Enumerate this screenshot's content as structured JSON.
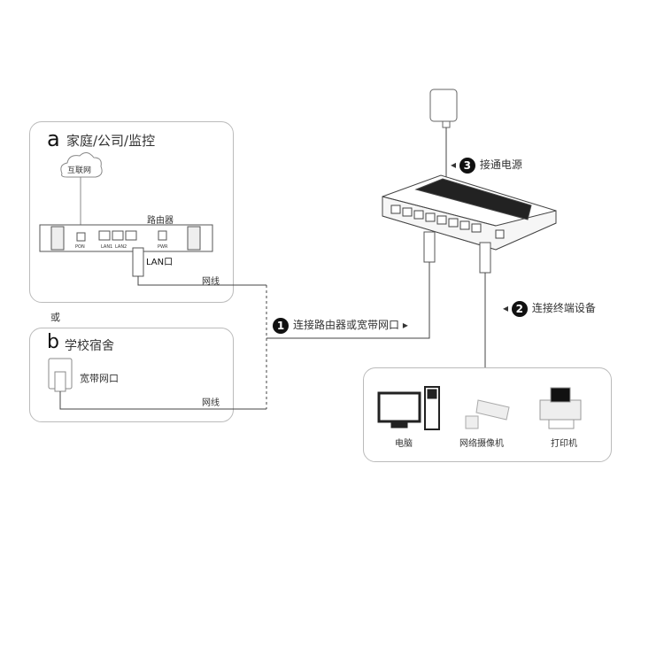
{
  "scenario_a": {
    "letter": "a",
    "title": "家庭/公司/监控",
    "cloud_label": "互联网",
    "router_label": "路由器",
    "ports": [
      "PON",
      "LAN1",
      "LAN2",
      "PWR"
    ],
    "lan_port_label": "LAN口",
    "cable_label": "网线"
  },
  "or_label": "或",
  "scenario_b": {
    "letter": "b",
    "title": "学校宿舍",
    "port_label": "宽带网口",
    "cable_label": "网线"
  },
  "steps": [
    {
      "number": "1",
      "label": "连接路由器或宽带网口"
    },
    {
      "number": "2",
      "label": "连接终端设备"
    },
    {
      "number": "3",
      "label": "接通电源"
    }
  ],
  "devices": [
    {
      "label": "电脑"
    },
    {
      "label": "网络摄像机"
    },
    {
      "label": "打印机"
    }
  ]
}
